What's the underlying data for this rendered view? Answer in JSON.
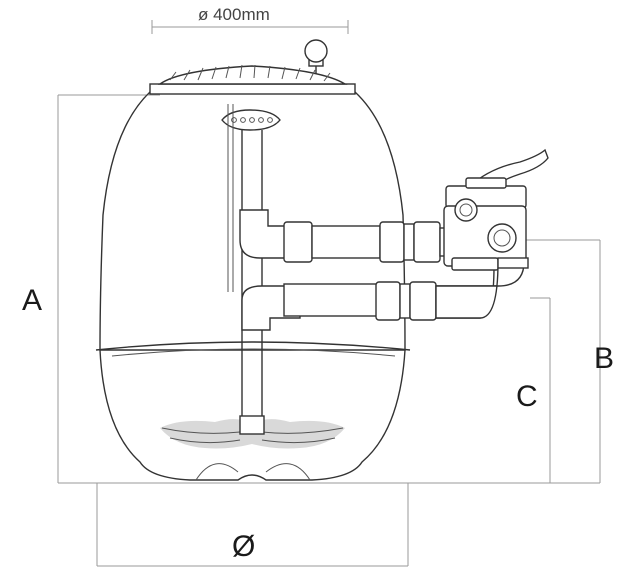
{
  "dimensions": {
    "top_diameter": "ø 400mm",
    "height_a": "A",
    "height_b": "B",
    "height_c": "C",
    "base_diameter": "Ø"
  },
  "colors": {
    "line": "#333333",
    "dimension_line": "#9a9a9a",
    "shading": "#d9d9d9"
  }
}
